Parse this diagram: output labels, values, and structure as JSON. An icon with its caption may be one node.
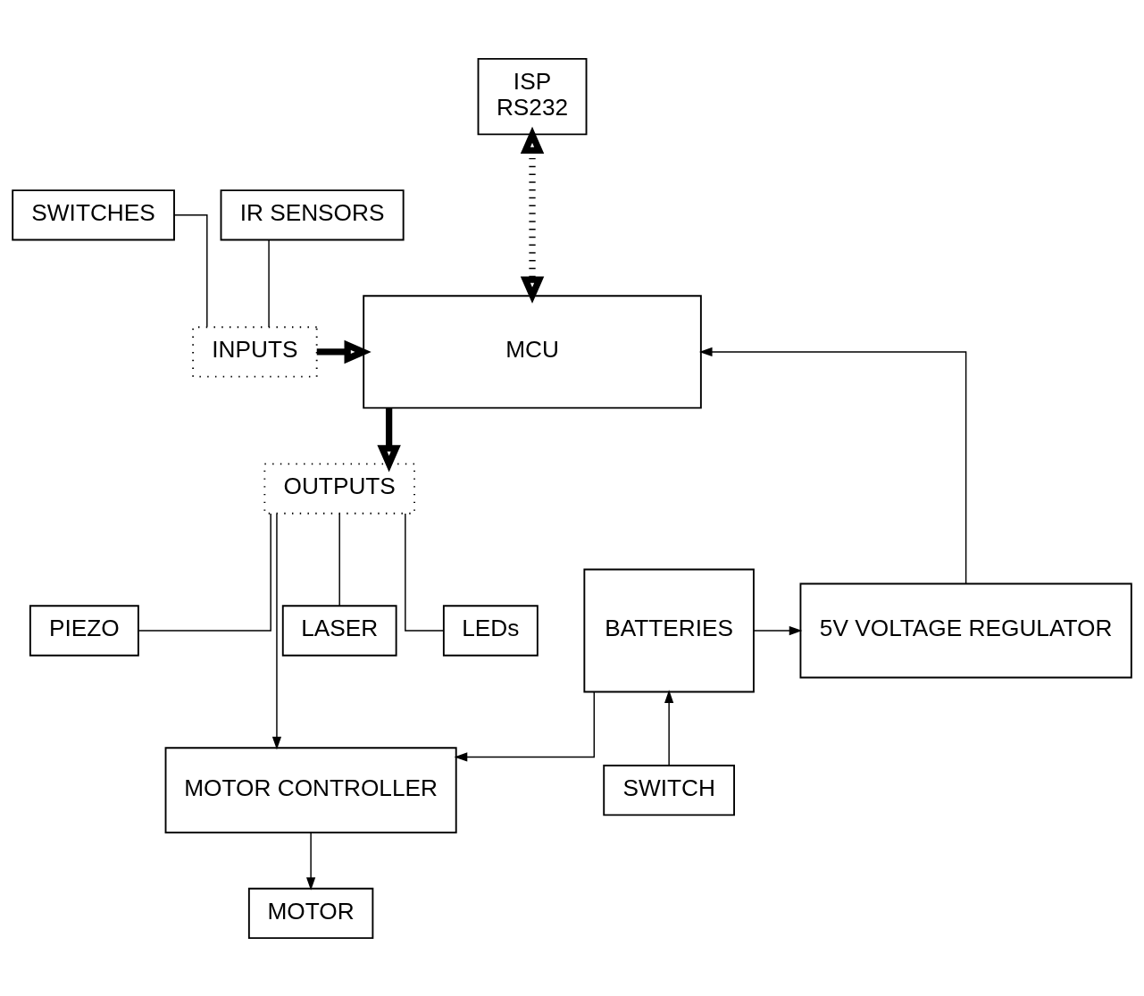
{
  "diagram": {
    "nodes": [
      {
        "text": [
          "ISP",
          "RS232"
        ]
      },
      {
        "text": [
          "SWITCHES"
        ]
      },
      {
        "text": [
          "IR SENSORS"
        ]
      },
      {
        "text": [
          "INPUTS"
        ]
      },
      {
        "text": [
          "MCU"
        ]
      },
      {
        "text": [
          "OUTPUTS"
        ]
      },
      {
        "text": [
          "LASER"
        ]
      },
      {
        "text": [
          "LEDs"
        ]
      },
      {
        "text": [
          "PIEZO"
        ]
      },
      {
        "text": [
          "BATTERIES"
        ]
      },
      {
        "text": [
          "5V VOLTAGE REGULATOR"
        ]
      },
      {
        "text": [
          "MOTOR CONTROLLER"
        ]
      },
      {
        "text": [
          "MOTOR"
        ]
      },
      {
        "text": [
          "SWITCH"
        ]
      }
    ],
    "edges": [
      {
        "from": 0,
        "to": 4,
        "arrow": "both",
        "style": "dashed"
      },
      {
        "from": 2,
        "to": 3,
        "arrow": "none"
      },
      {
        "from": 1,
        "to": 3,
        "arrow": "none"
      },
      {
        "from": 3,
        "to": 4,
        "arrow": "to",
        "style": "thick"
      },
      {
        "from": 4,
        "to": 5,
        "arrow": "to",
        "style": "thick"
      },
      {
        "from": 5,
        "to": 6,
        "arrow": "none"
      },
      {
        "from": 5,
        "to": 7,
        "arrow": "none"
      },
      {
        "from": 5,
        "to": 8,
        "arrow": "none"
      },
      {
        "from": 5,
        "to": 11,
        "arrow": "to"
      },
      {
        "from": 10,
        "to": 4,
        "arrow": "to"
      },
      {
        "from": 9,
        "to": 10,
        "arrow": "to"
      },
      {
        "from": 9,
        "to": 11,
        "arrow": "to"
      },
      {
        "from": 13,
        "to": 9,
        "arrow": "to"
      },
      {
        "from": 11,
        "to": 12,
        "arrow": "to"
      }
    ]
  }
}
